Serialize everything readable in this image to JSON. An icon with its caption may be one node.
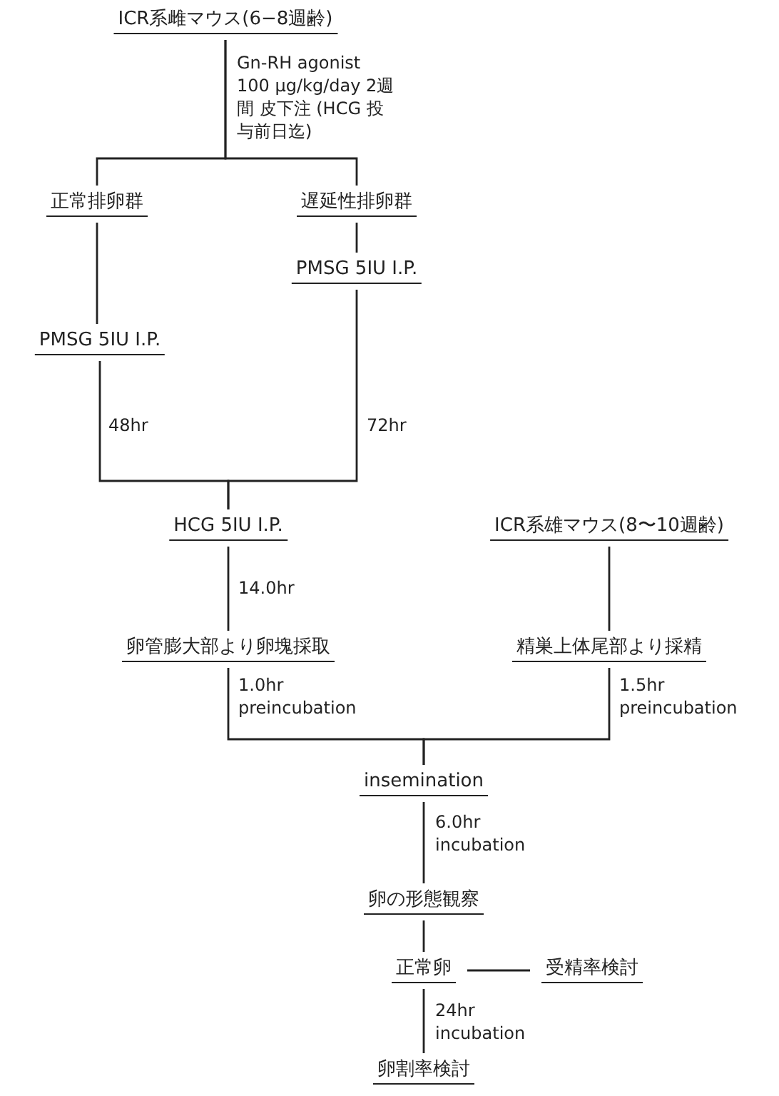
{
  "diagram": {
    "nodes": [
      {
        "text": [
          "ICR系雌マウス(6−8週齢)"
        ]
      },
      {
        "text": [
          "正常排卵群"
        ]
      },
      {
        "text": [
          "遅延性排卵群"
        ]
      },
      {
        "text": [
          "PMSG 5IU I.P."
        ]
      },
      {
        "text": [
          "PMSG 5IU I.P."
        ]
      },
      {
        "text": [
          "HCG 5IU I.P."
        ]
      },
      {
        "text": [
          "ICR系雄マウス(8〜10週齢)"
        ]
      },
      {
        "text": [
          "卵管膨大部より卵塊採取"
        ]
      },
      {
        "text": [
          "精巣上体尾部より採精"
        ]
      },
      {
        "text": [
          "insemination"
        ]
      },
      {
        "text": [
          "卵の形態観察"
        ]
      },
      {
        "text": [
          "正常卵"
        ]
      },
      {
        "text": [
          "受精率検討"
        ]
      },
      {
        "text": [
          "卵割率検討"
        ]
      }
    ],
    "edges": [
      {
        "from": 0,
        "to": 1,
        "arrow": "none",
        "label": "Gn-RH agonist 100 μg/kg/day 2週間 皮下注 (HCG 投与前日迄)"
      },
      {
        "from": 0,
        "to": 2,
        "arrow": "none"
      },
      {
        "from": 1,
        "to": 4,
        "arrow": "none"
      },
      {
        "from": 2,
        "to": 3,
        "arrow": "none"
      },
      {
        "from": 4,
        "to": 5,
        "arrow": "none",
        "label": "48hr"
      },
      {
        "from": 3,
        "to": 5,
        "arrow": "none",
        "label": "72hr"
      },
      {
        "from": 5,
        "to": 7,
        "arrow": "none",
        "label": "14.0hr"
      },
      {
        "from": 6,
        "to": 8,
        "arrow": "none"
      },
      {
        "from": 7,
        "to": 9,
        "arrow": "none",
        "label": "1.0hr preincubation"
      },
      {
        "from": 8,
        "to": 9,
        "arrow": "none",
        "label": "1.5hr preincubation"
      },
      {
        "from": 9,
        "to": 10,
        "arrow": "none",
        "label": "6.0hr incubation"
      },
      {
        "from": 10,
        "to": 11,
        "arrow": "none"
      },
      {
        "from": 11,
        "to": 12,
        "arrow": "none"
      },
      {
        "from": 11,
        "to": 13,
        "arrow": "none",
        "label": "24hr incubation"
      }
    ]
  }
}
